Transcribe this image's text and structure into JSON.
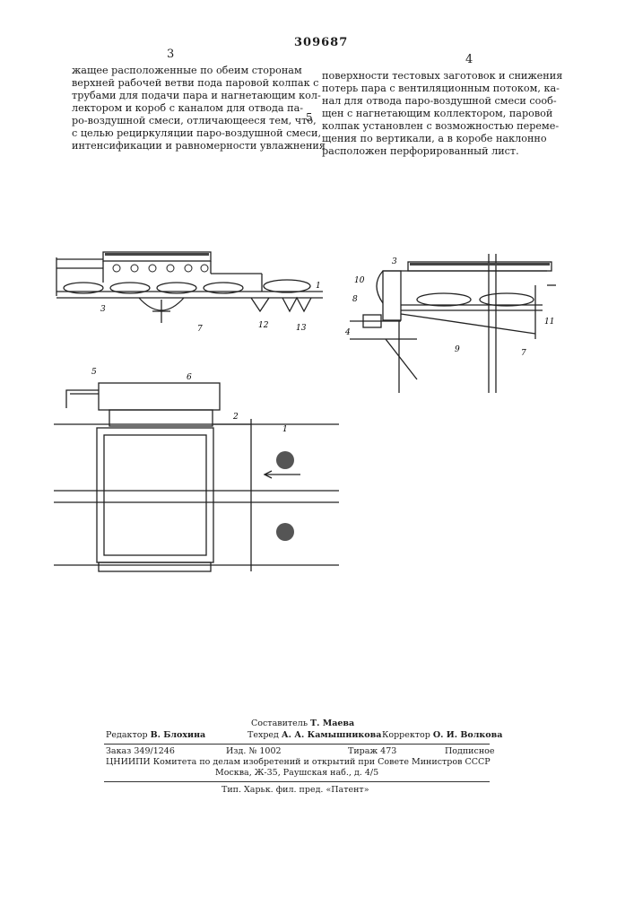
{
  "header": {
    "patent_number": "309687",
    "left_column_number": "3",
    "right_column_number": "4"
  },
  "left_column_lines": [
    "жащее расположенные по обеим сторонам",
    "верхней рабочей ветви пода паровой колпак с",
    "трубами для подачи пара и нагнетающим кол-",
    "лектором и короб с каналом для отвода па-",
    "ро-воздушной смеси, отличающееся тем, что,",
    "с целью рециркуляции паро-воздушной смеси,",
    "интенсификации и равномерности увлажнения"
  ],
  "right_column_lines": [
    "поверхности тестовых заготовок и снижения",
    "потерь пара с вентиляционным потоком, ка-",
    "нал для отвода паро-воздушной смеси сооб-",
    "щен с нагнетающим коллектором, паровой",
    "колпак установлен с возможностью переме-",
    "щения по вертикали, а в коробе наклонно",
    "расположен перфорированный лист."
  ],
  "line_marker": "5",
  "figure_labels": {
    "fig1": [
      "3",
      "7",
      "12",
      "13",
      "1"
    ],
    "fig2": [
      "3",
      "10",
      "8",
      "4",
      "9",
      "7",
      "11"
    ],
    "fig3": [
      "5",
      "6",
      "2",
      "1"
    ]
  },
  "footer": {
    "compiler_label": "Составитель",
    "compiler_name": "Т. Маева",
    "editor_label": "Редактор",
    "editor_name": "В. Блохина",
    "techred_label": "Техред",
    "techred_name": "А. А. Камышникова",
    "corrector_label": "Корректор",
    "corrector_name": "О. И. Волкова",
    "order": "Заказ 349/1246",
    "edition": "Изд. № 1002",
    "circulation": "Тираж 473",
    "subscription": "Подписное",
    "org_line1": "ЦНИИПИ Комитета по делам изобретений и открытий при Совете Министров СССР",
    "org_line2": "Москва, Ж-35, Раушская наб., д. 4/5",
    "printer": "Тип. Харьк. фил. пред. «Патент»"
  }
}
